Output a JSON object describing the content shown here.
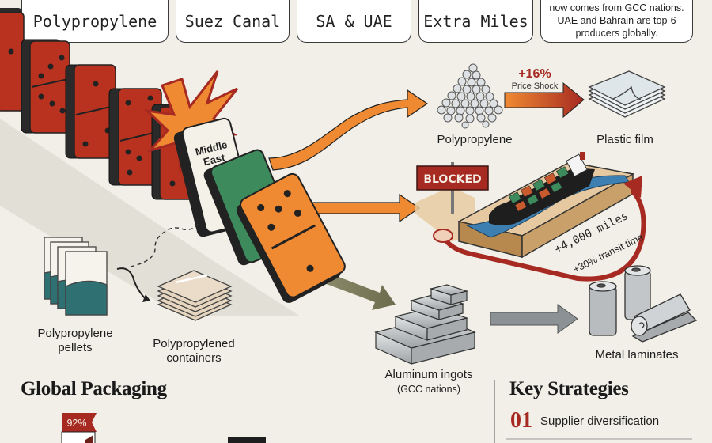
{
  "top_cards": [
    {
      "label": "Polypropylene",
      "style": "mono"
    },
    {
      "label": "Suez Canal",
      "style": "mono"
    },
    {
      "label": "SA & UAE",
      "style": "mono"
    },
    {
      "label": "Extra Miles",
      "style": "mono"
    },
    {
      "label": "now comes from GCC nations. UAE and Bahrain are top-6 producers globally.",
      "style": "note"
    }
  ],
  "domino_chain": {
    "trigger_label": "Middle East",
    "icons": [
      "domino-icon",
      "explosion-icon"
    ]
  },
  "flows": {
    "polypropylene": {
      "source_label": "Polypropylene",
      "target_label": "Plastic film",
      "change": "+16%",
      "change_caption": "Price Shock"
    },
    "suez": {
      "sign_label": "BLOCKED",
      "detour_distance": "+4,000 miles",
      "detour_time": "+30% transit time"
    },
    "aluminum": {
      "source_label": "Aluminum ingots",
      "source_sublabel": "(GCC nations)",
      "target_label": "Metal laminates"
    }
  },
  "left_panel": {
    "pellets_label": "Polypropylene pellets",
    "containers_label": "Polypropylened containers"
  },
  "global_packaging": {
    "heading": "Global Packaging",
    "badge_value": "92%"
  },
  "key_strategies": {
    "heading": "Key Strategies",
    "items": [
      {
        "number": "01",
        "label": "Supplier diversification"
      }
    ]
  },
  "colors": {
    "background": "#f1efe7",
    "domino_red": "#b8321f",
    "orange": "#ef8a32",
    "green": "#3d8a5c",
    "dark_red": "#a62a22",
    "steel": "#9ea3a6"
  }
}
